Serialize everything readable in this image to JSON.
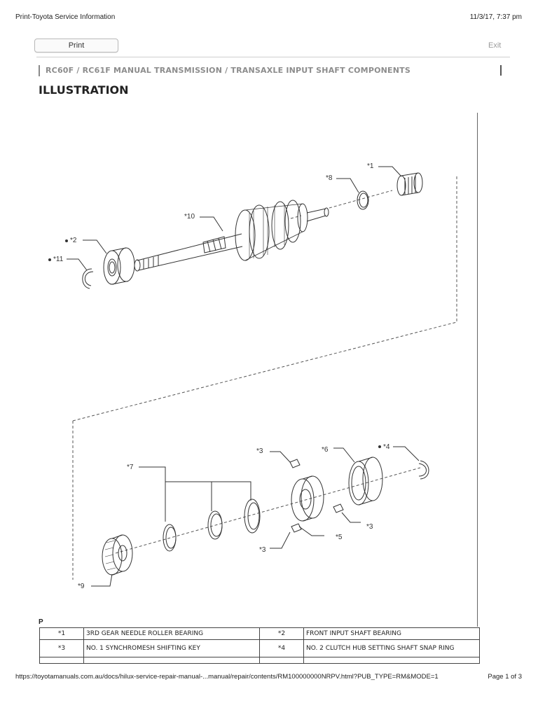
{
  "header": {
    "title": "Print-Toyota Service Information",
    "datetime": "11/3/17, 7:37 pm"
  },
  "toolbar": {
    "print_label": "Print",
    "exit_label": "Exit"
  },
  "breadcrumb": "RC60F / RC61F MANUAL TRANSMISSION / TRANSAXLE  INPUT SHAFT  COMPONENTS",
  "section_title": "ILLUSTRATION",
  "illustration": {
    "callouts": {
      "c1": "*1",
      "c2": "*2",
      "c3a": "*3",
      "c3b": "*3",
      "c3c": "*3",
      "c4": "*4",
      "c5": "*5",
      "c6": "*6",
      "c7": "*7",
      "c8": "*8",
      "c9": "*9",
      "c10": "*10",
      "c11": "*11"
    }
  },
  "p_marker": "P",
  "legend": {
    "rows": [
      {
        "code1": "*1",
        "name1": "3RD GEAR NEEDLE ROLLER BEARING",
        "code2": "*2",
        "name2": "FRONT INPUT SHAFT BEARING"
      },
      {
        "code1": "*3",
        "name1": "NO. 1 SYNCHROMESH SHIFTING KEY",
        "code2": "*4",
        "name2": "NO. 2 CLUTCH HUB SETTING SHAFT SNAP RING"
      }
    ]
  },
  "footer": {
    "url": "https://toyotamanuals.com.au/docs/hilux-service-repair-manual-...manual/repair/contents/RM100000000NRPV.html?PUB_TYPE=RM&MODE=1",
    "page": "Page 1 of 3"
  }
}
